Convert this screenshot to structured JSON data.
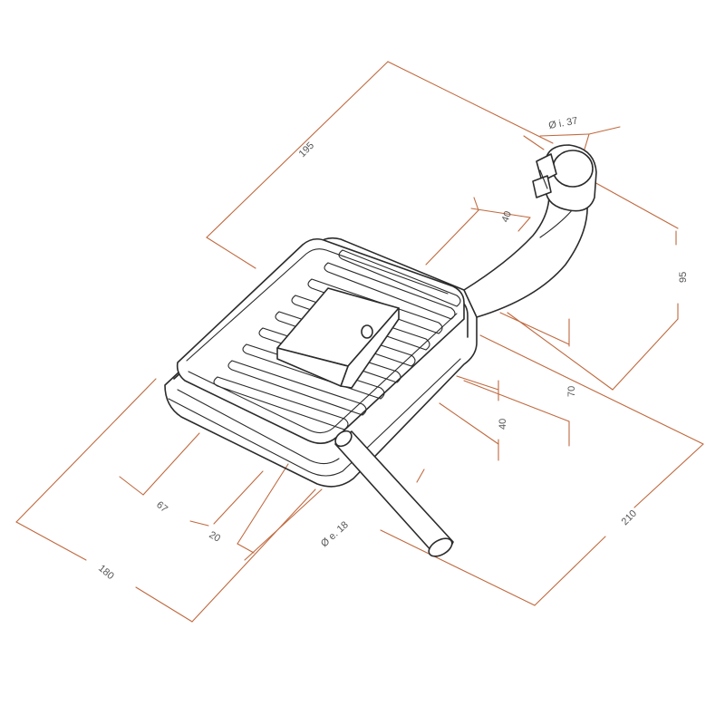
{
  "colors": {
    "outline": "#2b2b2b",
    "dimension": "#c0693e",
    "label": "#555555",
    "background": "#ffffff"
  },
  "dimensions": {
    "d195": "195",
    "d40_top": "40",
    "d37": "Ø i. 37",
    "d95": "95",
    "d70": "70",
    "d40_right": "40",
    "d210": "210",
    "d180": "180",
    "d67": "67",
    "d20": "20",
    "d18": "Ø e. 18"
  }
}
